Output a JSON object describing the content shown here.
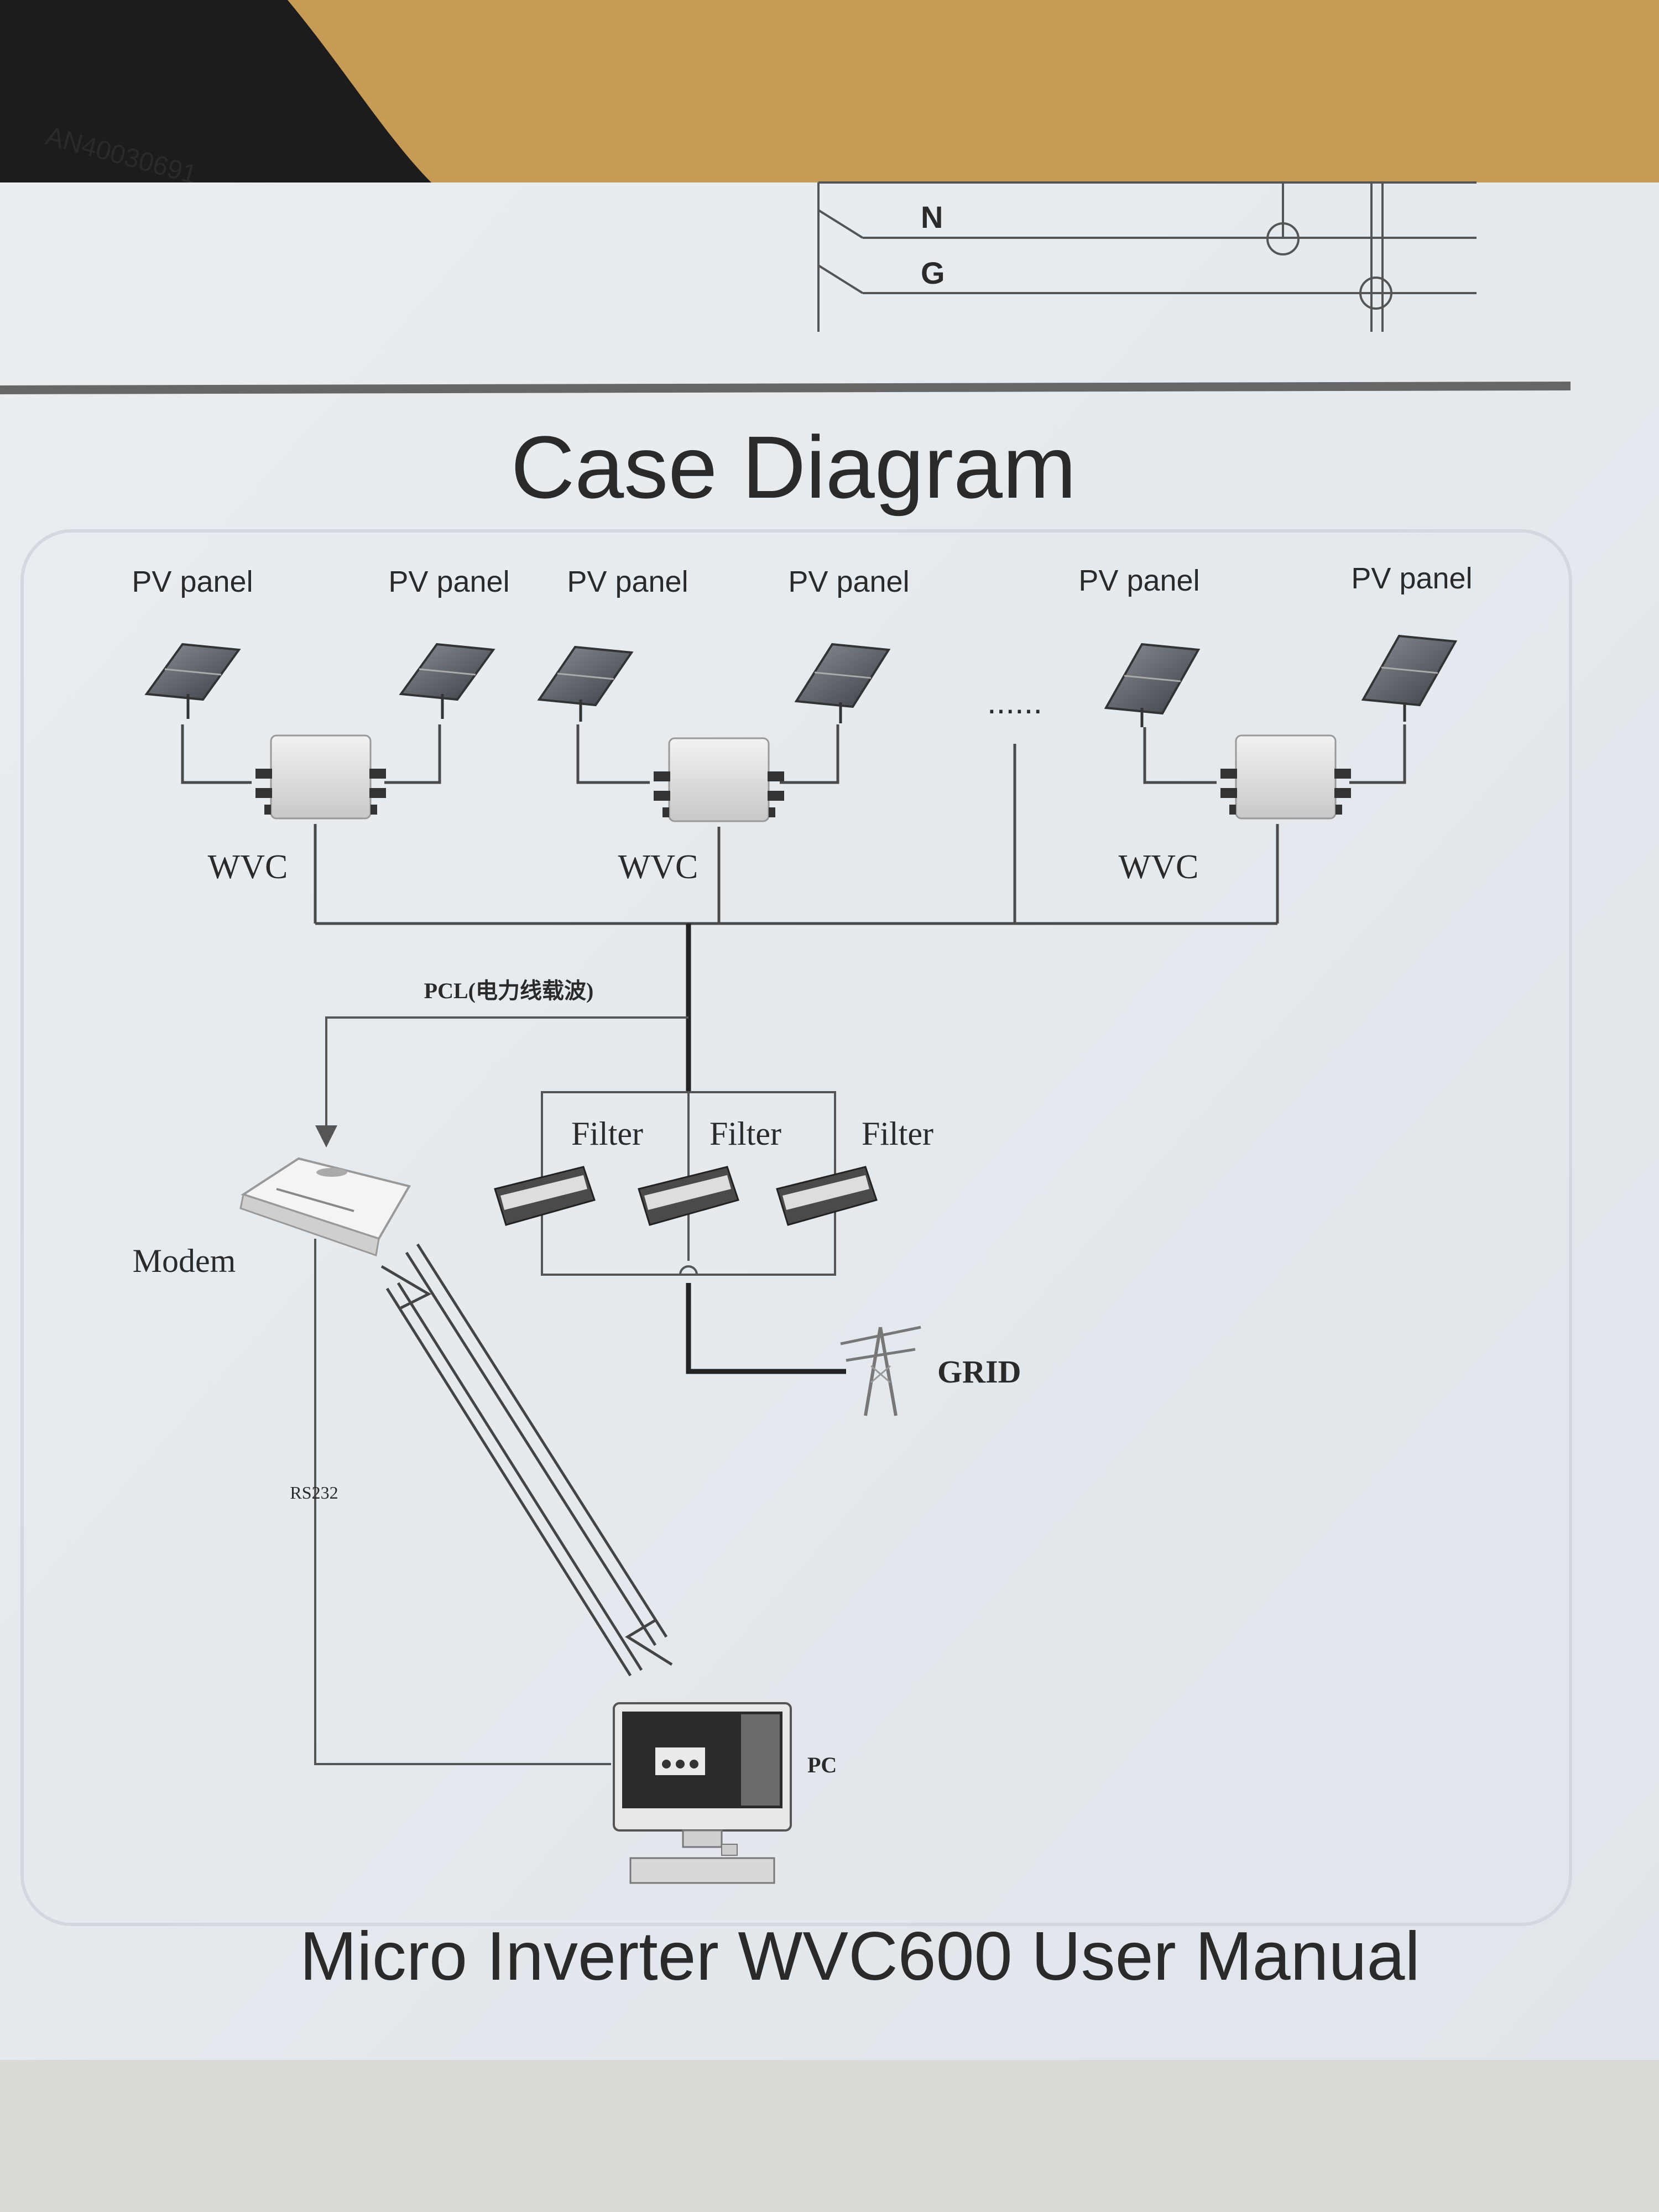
{
  "previous_section": {
    "line_labels": [
      "N",
      "G"
    ]
  },
  "title": "Case Diagram",
  "footer": "Micro Inverter WVC600 User Manual",
  "diagram": {
    "pv_label": "PV panel",
    "inverter_label": "WVC",
    "ellipsis": "......",
    "plc_label": "PCL(电力线载波)",
    "filter_label": "Filter",
    "modem_label": "Modem",
    "grid_label": "GRID",
    "rs232_label": "RS232",
    "pc_label": "PC"
  },
  "cable_print": "AN40030691"
}
